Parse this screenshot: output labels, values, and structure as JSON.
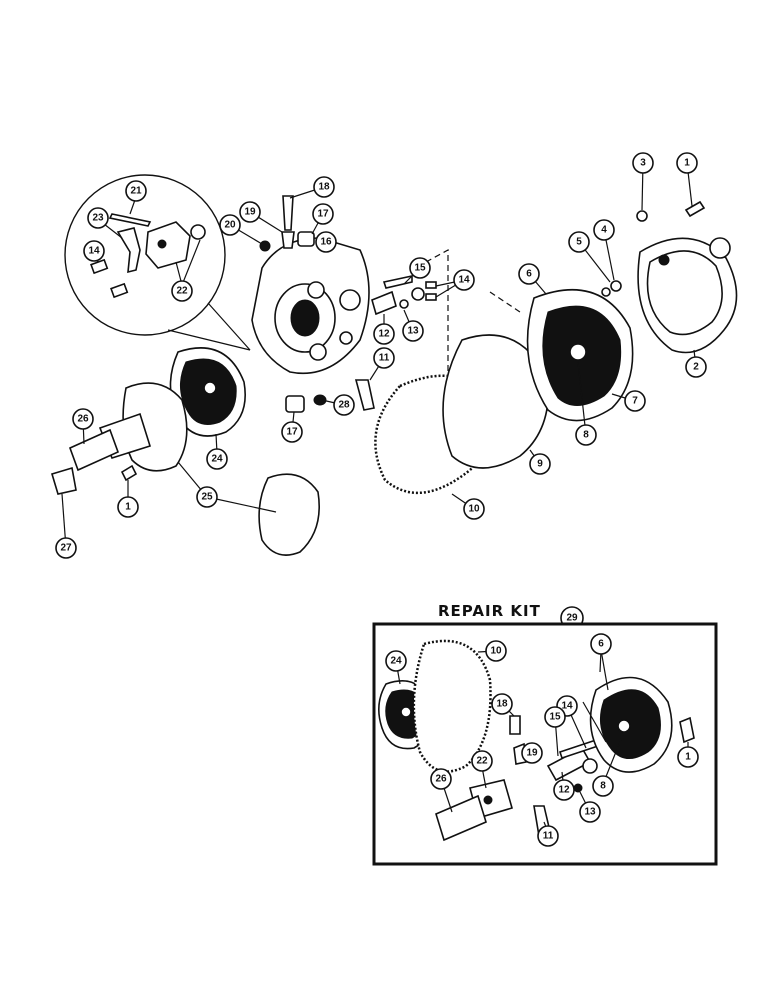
{
  "repair_kit": {
    "title": "REPAIR KIT",
    "number": "29"
  },
  "callouts": {
    "c1": "1",
    "c2": "2",
    "c3": "3",
    "c4": "4",
    "c5": "5",
    "c6": "6",
    "c7": "7",
    "c8": "8",
    "c9": "9",
    "c10": "10",
    "c11": "11",
    "c12": "12",
    "c13": "13",
    "c14a": "14",
    "c14b": "14",
    "c15": "15",
    "c16": "16",
    "c17a": "17",
    "c17b": "17",
    "c18": "18",
    "c19": "19",
    "c20": "20",
    "c21": "21",
    "c22": "22",
    "c23": "23",
    "c24": "24",
    "c25": "25",
    "c26": "26",
    "c27": "27",
    "c28": "28",
    "c1b": "1"
  },
  "kit_callouts": {
    "k24": "24",
    "k10": "10",
    "k6": "6",
    "k18": "18",
    "k14": "14",
    "k15": "15",
    "k19": "19",
    "k22": "22",
    "k12": "12",
    "k8": "8",
    "k1": "1",
    "k26": "26",
    "k11": "11",
    "k13": "13"
  }
}
